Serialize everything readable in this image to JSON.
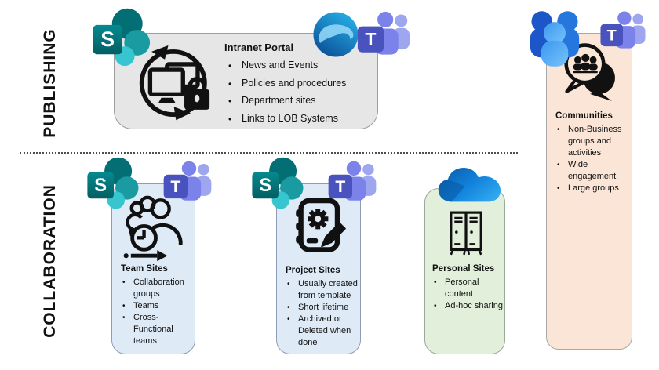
{
  "labels": {
    "publishing": "PUBLISHING",
    "collaboration": "COLLABORATION"
  },
  "cards": {
    "intranet": {
      "title": "Intranet Portal",
      "bullets": [
        "News and Events",
        "Policies and procedures",
        "Department sites",
        "Links to LOB Systems"
      ],
      "icon": "intranet-sync-lock-icon"
    },
    "communities": {
      "title": "Communities",
      "bullets": [
        "Non-Business groups and activities",
        "Wide engagement",
        "Large groups"
      ],
      "icon": "community-chat-people-icon"
    },
    "team": {
      "title": "Team Sites",
      "bullets": [
        "Collaboration groups",
        "Teams",
        "Cross-Functional teams"
      ],
      "icon": "people-clock-icon"
    },
    "project": {
      "title": "Project Sites",
      "bullets": [
        "Usually created from template",
        "Short lifetime",
        "Archived or Deleted when done"
      ],
      "icon": "notebook-gear-pencil-icon"
    },
    "personal": {
      "title": "Personal Sites",
      "bullets": [
        "Personal content",
        "Ad-hoc sharing"
      ],
      "icon": "lockers-icon"
    }
  },
  "icons": {
    "sharepoint_letter": "S",
    "teams_letter": "T",
    "product_icons": [
      "sharepoint-icon",
      "teams-icon",
      "edge-icon",
      "viva-engage-icon",
      "onedrive-icon"
    ]
  },
  "colors": {
    "publishing_card": "#E7E6E6",
    "collaboration_card": "#DEEBF7",
    "personal_card": "#E2EFDA",
    "communities_card": "#FBE5D6",
    "sharepoint_teal": "#036C70",
    "teams_purple": "#4B53BC",
    "onedrive_blue": "#1284DD",
    "viva_blue": "#2677DD",
    "divider": "#4D4D4D"
  }
}
